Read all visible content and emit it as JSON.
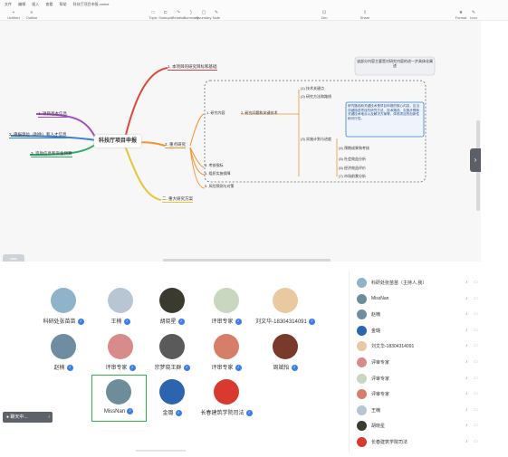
{
  "menu": [
    "文件",
    "编辑",
    "插入",
    "查看",
    "帮助",
    "科技厅项目申报.xmind"
  ],
  "toolbar": [
    {
      "label": "Untitled",
      "icon": "+"
    },
    {
      "label": "Outline",
      "icon": "≡"
    },
    {
      "label": "Topic",
      "icon": "□"
    },
    {
      "label": "Subtopic",
      "icon": "⊏"
    },
    {
      "label": "Relation",
      "icon": "↷"
    },
    {
      "label": "Summary",
      "icon": "}"
    },
    {
      "label": "Boundary",
      "icon": "▢"
    },
    {
      "label": "Note",
      "icon": "✎"
    },
    {
      "label": "Zen",
      "icon": "⊡"
    },
    {
      "label": "Share",
      "icon": "⇪"
    },
    {
      "label": "Format",
      "icon": "★"
    },
    {
      "label": "Icon",
      "icon": "✎"
    }
  ],
  "mindmap": {
    "central": "科技厅项目申报",
    "left_nodes": [
      "1. 项目基本信息",
      "2. 申报单位（附件）和人才信息",
      "3. 资助信息和资金预算"
    ],
    "right_nodes": [
      "1. 本项目的研究目标和基础",
      "2. 重点研究",
      "3. 考核指标",
      "4. 组织实施保障",
      "5. 风险预测与对策",
      "二. 重大研究方案"
    ],
    "boundary_label": "1. 研究内容",
    "sub_nodes": [
      "2. 研究问题和关键技术",
      "(1) 技术关键点",
      "(2) 研究方法和路线",
      "(3) 实施计划与进度",
      "(4) 预期成果和考核",
      "(5) 社会效益分析",
      "(6) 经济效益评价",
      "(7) 市场前景分析"
    ],
    "callout_top": "该部分内容主要是对研究内容的进一步具体化阐述",
    "callout_main": "研究路线和关键技术是项目申报的核心内容，应当详细描述项目的研究方法、技术路线、实施步骤和关键技术难点以及解决方案等，体现项目的创新性和可行性。"
  },
  "participants": [
    {
      "name": "科研处张苗苗",
      "color": "#8fb3c8"
    },
    {
      "name": "王楠",
      "color": "#b7c6d2"
    },
    {
      "name": "胡晓星",
      "color": "#3a3a2e"
    },
    {
      "name": "评审专家",
      "color": "#c9d6c0"
    },
    {
      "name": "刘文华-18304314091",
      "color": "#e8c9a0"
    },
    {
      "name": "赵楠",
      "color": "#6f8da0"
    },
    {
      "name": "评审专家",
      "color": "#d98a8a"
    },
    {
      "name": "宗梦晓王群",
      "color": "#5a5a5a"
    },
    {
      "name": "评审专家",
      "color": "#d77e6a"
    },
    {
      "name": "周斌怡",
      "color": "#7a3a2a"
    },
    {
      "name": "MissNan",
      "color": "#6e8d9b"
    },
    {
      "name": "金璐",
      "color": "#2d64b0"
    },
    {
      "name": "长春建筑学院司法",
      "color": "#d83a2f"
    }
  ],
  "chat_label": "聊天中...",
  "rightlist": [
    {
      "name": "科研处张苗苗（主持人,我）",
      "color": "#8fb3c8"
    },
    {
      "name": "MissNan",
      "color": "#6e8d9b"
    },
    {
      "name": "赵楠",
      "color": "#6f8da0"
    },
    {
      "name": "金璐",
      "color": "#2d64b0"
    },
    {
      "name": "刘文华-18304314091",
      "color": "#e8c9a0"
    },
    {
      "name": "评审专家",
      "color": "#d98a8a"
    },
    {
      "name": "评审专家",
      "color": "#c9d6c0"
    },
    {
      "name": "评审专家",
      "color": "#d77e6a"
    },
    {
      "name": "王楠",
      "color": "#b7c6d2"
    },
    {
      "name": "胡晓星",
      "color": "#3a3a2e"
    },
    {
      "name": "长春建筑学院司法",
      "color": "#d83a2f"
    }
  ]
}
